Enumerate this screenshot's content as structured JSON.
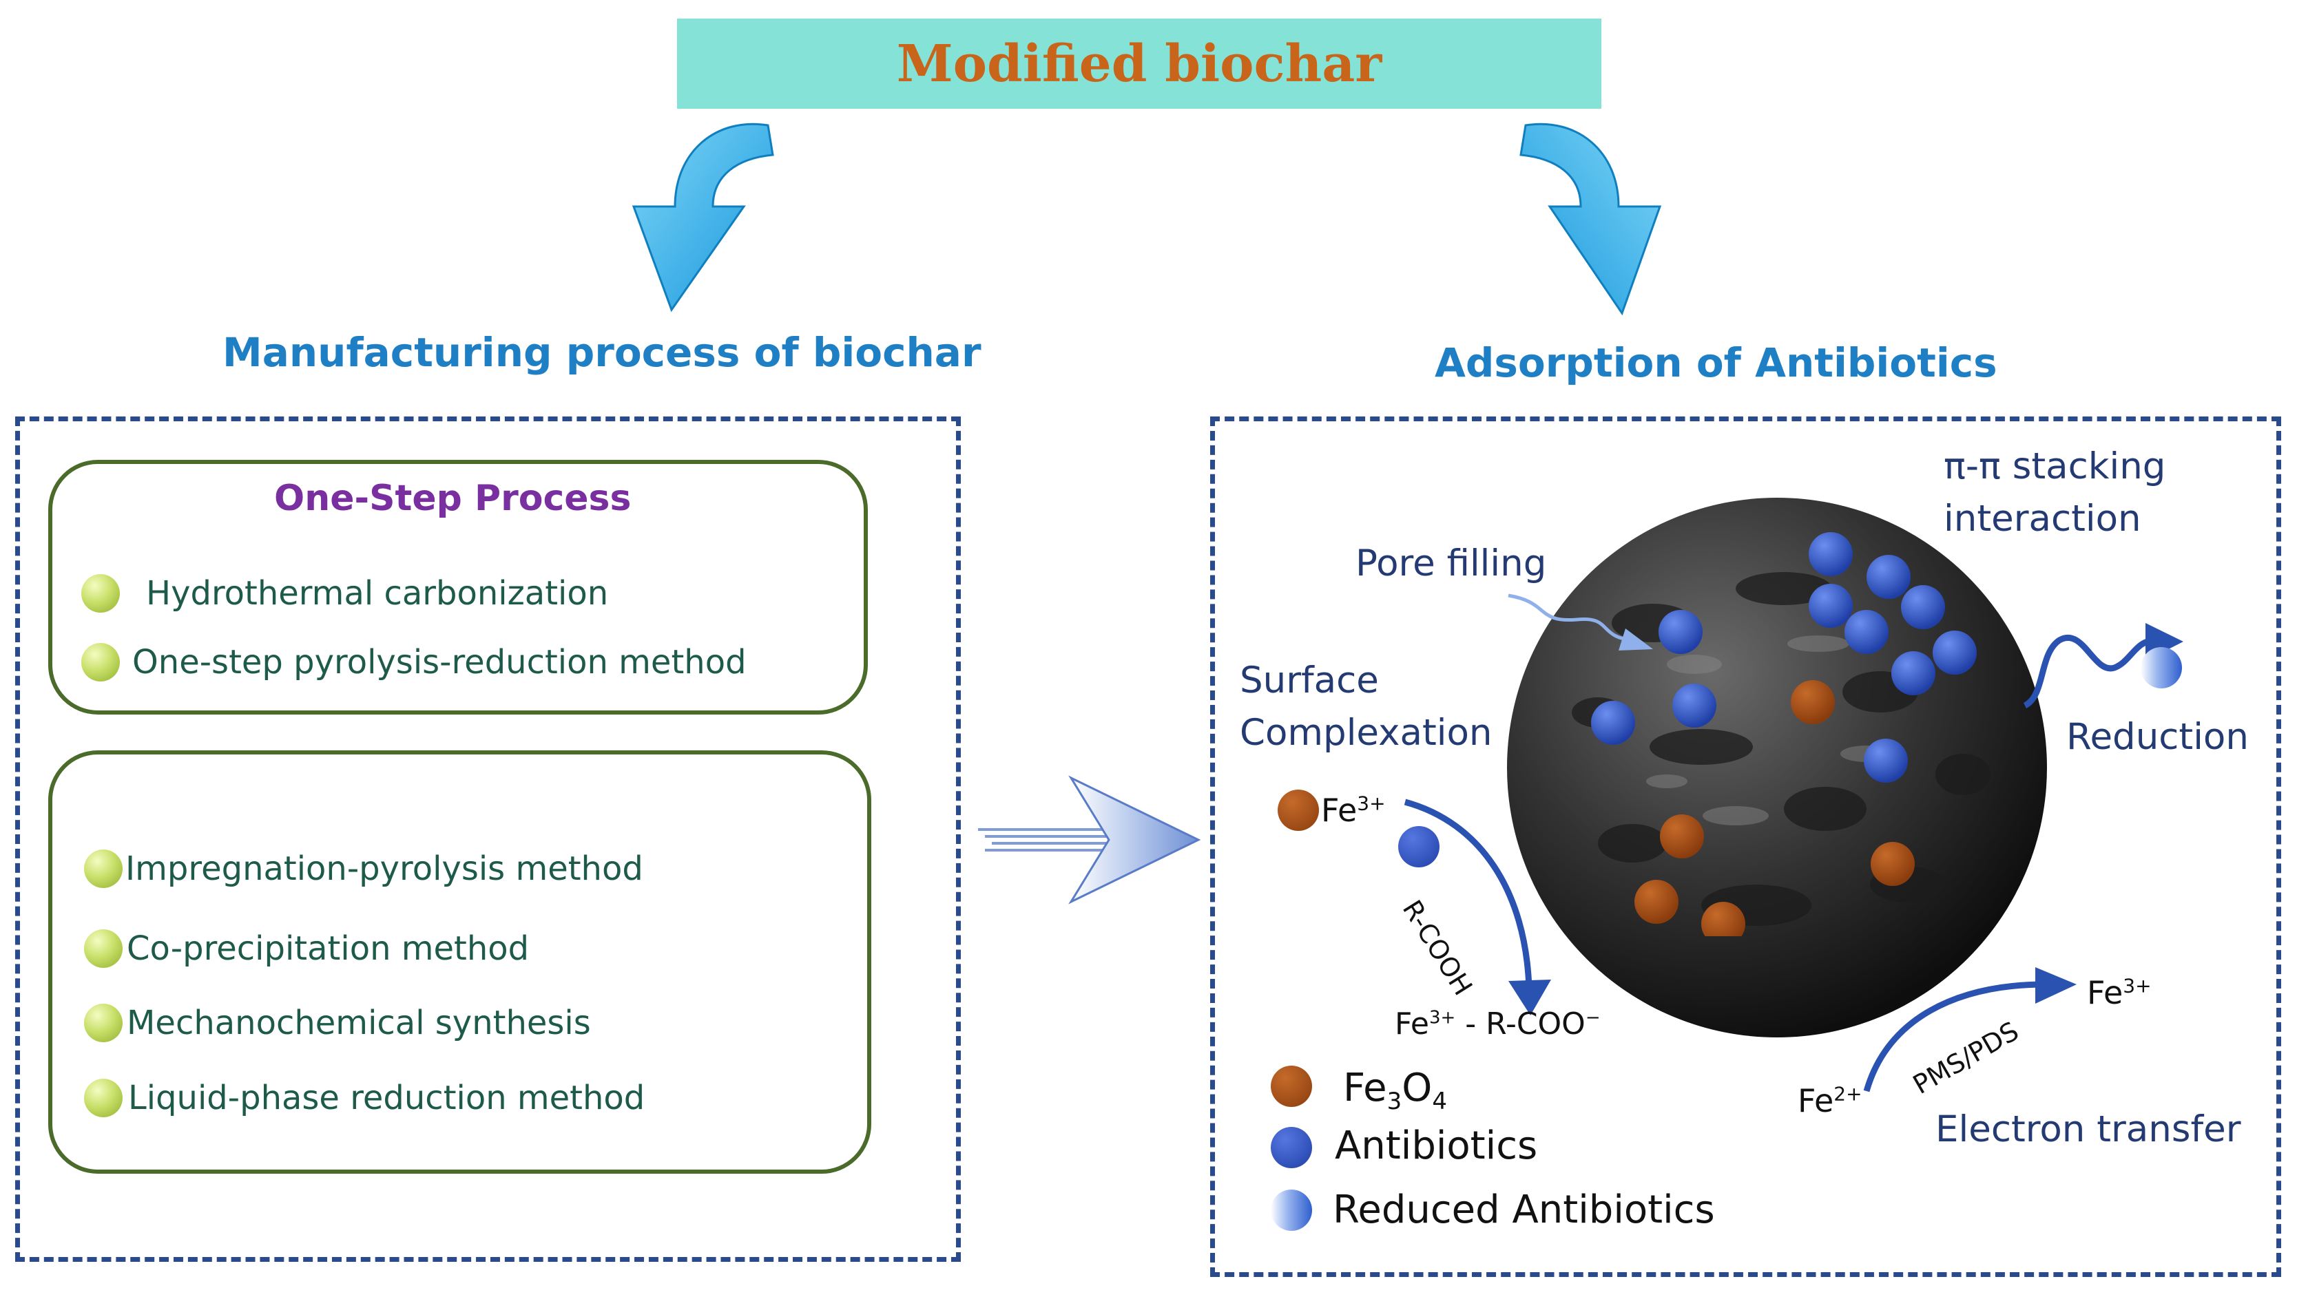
{
  "title": "Modified biochar",
  "left_section": {
    "heading": "Manufacturing process of biochar",
    "one_step": {
      "title": "One-Step Process",
      "methods": [
        "Hydrothermal carbonization",
        "One-step pyrolysis-reduction method"
      ]
    },
    "other_methods": [
      "Impregnation-pyrolysis method",
      "Co-precipitation method",
      "Mechanochemical synthesis",
      "Liquid-phase reduction method"
    ]
  },
  "right_section": {
    "heading": "Adsorption of Antibiotics",
    "labels": {
      "pi_stacking_line1": "π-π stacking",
      "pi_stacking_line2": "interaction",
      "pore_filling": "Pore filling",
      "surface_line1": "Surface",
      "surface_line2": "Complexation",
      "reduction": "Reduction",
      "electron_transfer": "Electron transfer"
    },
    "chemistry": {
      "fe3_ion": "Fe",
      "fe3_sup": "3+",
      "rcooh": "R-COOH",
      "complex_fe": "Fe",
      "complex_sup": "3+",
      "complex_rest": " - R-COO",
      "complex_minus": "−",
      "pms": "PMS/PDS",
      "fe2": "Fe",
      "fe2_sup": "2+",
      "fe3b": "Fe",
      "fe3b_sup": "3+"
    },
    "legend": [
      {
        "prefix": "Fe",
        "sub1": "3",
        "mid": "O",
        "sub2": "4"
      },
      {
        "label": "Antibiotics"
      },
      {
        "label": "Reduced Antibiotics"
      }
    ]
  },
  "colors": {
    "banner": "#84e3d6",
    "title": "#c8651b",
    "heading": "#1f7fc4",
    "panel_border": "#2a4a8e",
    "box_border": "#4a6b2a",
    "fe3o4": "#8a3c0d",
    "antibiotic": "#1f3fa6",
    "arrow": "#1fa9e6"
  }
}
